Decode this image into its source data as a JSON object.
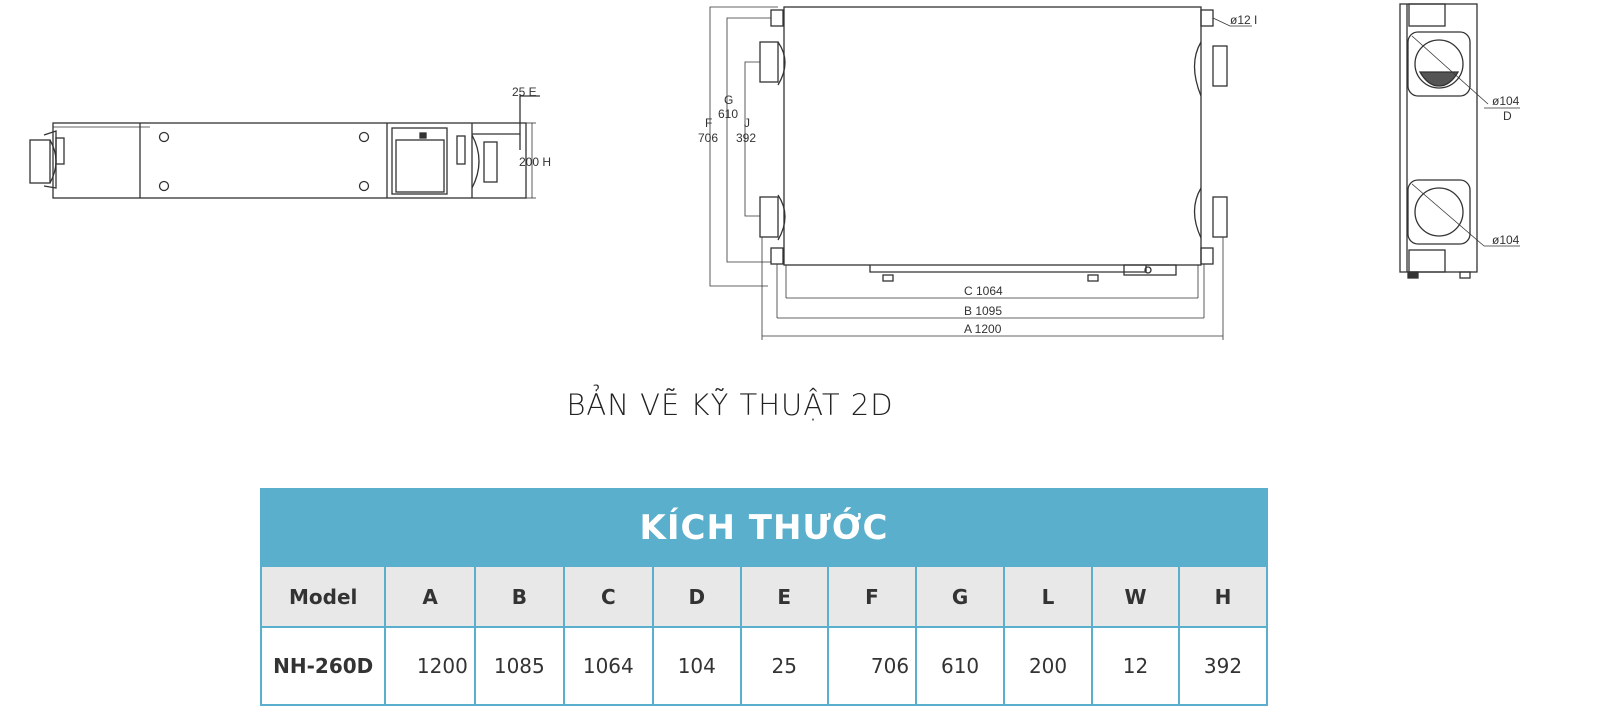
{
  "drawing": {
    "front_view": {
      "labels": {
        "e_dim": "25 E",
        "h_dim": "200 H"
      }
    },
    "top_view": {
      "labels": {
        "g_label": "G",
        "g_value": "610",
        "f_label": "F",
        "f_value": "706",
        "j_label": "J",
        "j_value": "392",
        "c_dim": "C 1064",
        "b_dim": "B 1095",
        "a_dim": "A 1200",
        "i_dim": "ø12 I"
      }
    },
    "side_view": {
      "labels": {
        "d_dim_top": "ø104",
        "d_label": "D",
        "d_dim_bottom": "ø104"
      }
    }
  },
  "title": "BẢN VẼ KỸ THUẬT 2D",
  "table": {
    "heading": "KÍCH THƯỚC",
    "columns": [
      "Model",
      "A",
      "B",
      "C",
      "D",
      "E",
      "F",
      "G",
      "L",
      "W",
      "H"
    ],
    "rows": [
      [
        "NH-260D",
        "1200",
        "1085",
        "1064",
        "104",
        "25",
        "706",
        "610",
        "200",
        "12",
        "392"
      ]
    ],
    "accent_color": "#5aafcc",
    "header_row_bg": "#e8e8e8"
  }
}
